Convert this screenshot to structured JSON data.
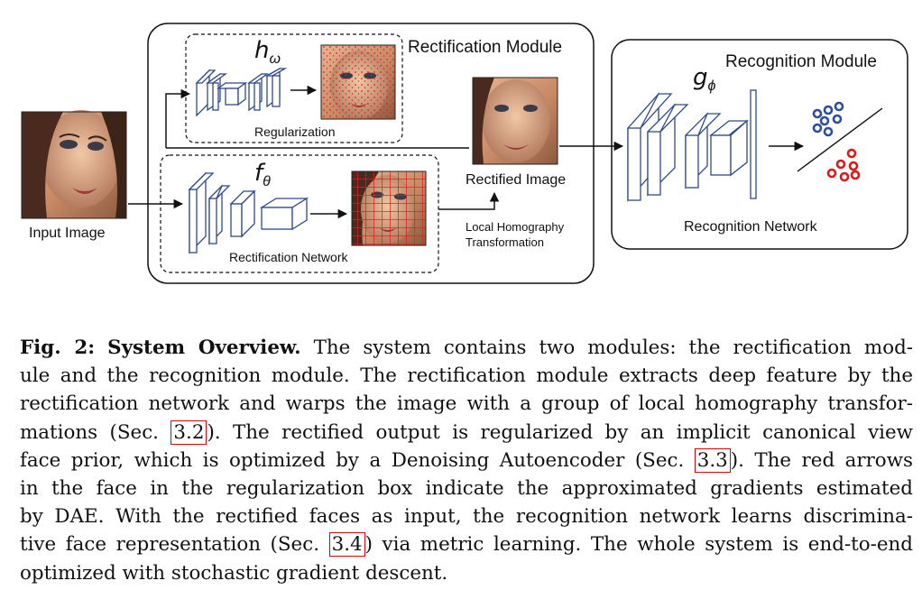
{
  "figure": {
    "rectification_module_title": "Rectification Module",
    "recognition_module_title": "Recognition Module",
    "input_image_label": "Input Image",
    "rectified_image_label": "Rectified Image",
    "regularization_label": "Regularization",
    "rectification_network_label": "Rectification Network",
    "recognition_network_label": "Recognition Network",
    "local_homography_label_line1": "Local Homography",
    "local_homography_label_line2": "Transformation",
    "h_symbol": "h",
    "h_subscript": "ω",
    "f_symbol": "f",
    "f_subscript": "θ",
    "g_symbol": "g",
    "g_subscript": "ϕ",
    "colors": {
      "network_blue": "#2f4a8a",
      "cluster_blue": "#2e4f9a",
      "cluster_red": "#e01818",
      "grid_red": "#e02020"
    }
  },
  "caption": {
    "label": "Fig. 2:",
    "heading": "System Overview.",
    "lines": [
      " The system contains two modules: the rectification mod-",
      "ule and the recognition module. The rectification module extracts deep feature by the",
      "rectification network and warps the image with a group of local homography transfor-",
      "face prior, which is optimized by a Denoising Autoencoder (Sec. ",
      "in the face in the regularization box indicate the approximated gradients estimated",
      "by DAE. With the rectified faces as input, the recognition network learns discrimina-",
      "optimized with stochastic gradient descent."
    ],
    "line4_prefix": "mations (Sec. ",
    "line4_suffix": "). The rectified output is regularized by an implicit canonical view",
    "line5_suffix": "). The red arrows",
    "line8_prefix": "tive face representation (Sec. ",
    "line8_suffix": ") via metric learning. The whole system is end-to-end",
    "refs": [
      "3.2",
      "3.3",
      "3.4"
    ]
  }
}
